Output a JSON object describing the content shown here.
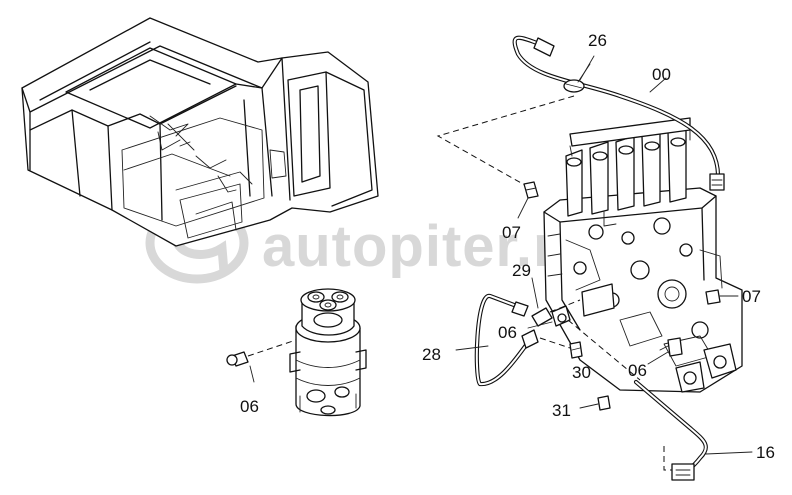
{
  "watermark": {
    "text": "autopiter.ru",
    "logo_icon": "autopiter-a-logo-icon"
  },
  "callouts": [
    {
      "id": "label-26",
      "text": "26"
    },
    {
      "id": "label-00",
      "text": "00"
    },
    {
      "id": "label-07a",
      "text": "07"
    },
    {
      "id": "label-07b",
      "text": "07"
    },
    {
      "id": "label-29",
      "text": "29"
    },
    {
      "id": "label-06a",
      "text": "06"
    },
    {
      "id": "label-06b",
      "text": "06"
    },
    {
      "id": "label-06c",
      "text": "06"
    },
    {
      "id": "label-28",
      "text": "28"
    },
    {
      "id": "label-30",
      "text": "30"
    },
    {
      "id": "label-31",
      "text": "31"
    },
    {
      "id": "label-16",
      "text": "16"
    }
  ]
}
